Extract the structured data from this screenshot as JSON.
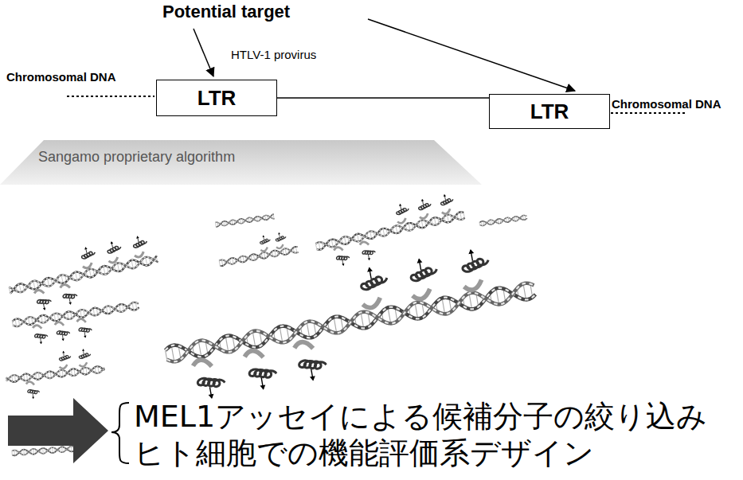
{
  "diagram": {
    "nodes": [
      {
        "text": [
          "LTR"
        ]
      },
      {
        "text": [
          "LTR"
        ]
      }
    ],
    "edges": [
      {
        "from": 0,
        "to": 1,
        "arrow": "none"
      }
    ],
    "labels": [
      "Potential target",
      "HTLV-1 provirus",
      "Chromosomal DNA",
      "Chromosomal DNA",
      "Sangamo proprietary algorithm",
      "MEL1アッセイによる候補分子の絞り込み",
      "ヒト細胞での機能評価系デザイン"
    ]
  }
}
